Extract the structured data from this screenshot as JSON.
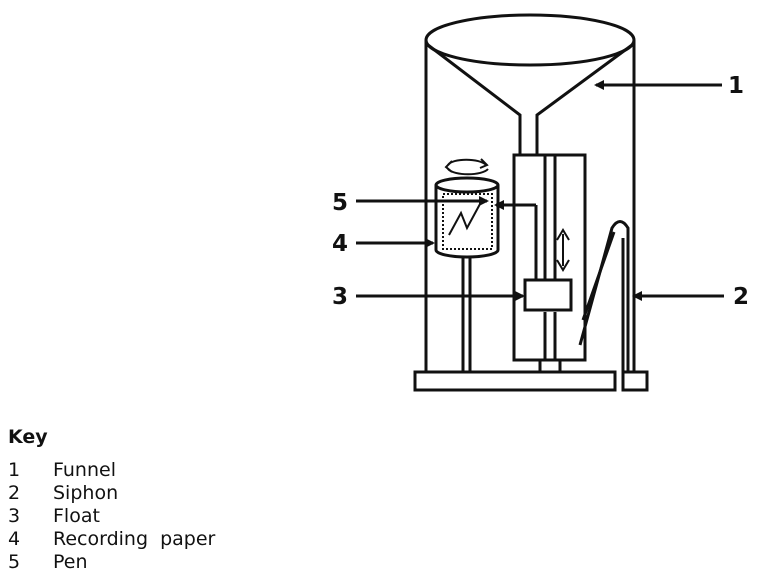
{
  "callouts": [
    "1",
    "2",
    "3",
    "4",
    "5"
  ],
  "key": {
    "title": "Key",
    "items": [
      {
        "num": "1",
        "label": "Funnel"
      },
      {
        "num": "2",
        "label": "Siphon"
      },
      {
        "num": "3",
        "label": "Float"
      },
      {
        "num": "4",
        "label": "Recording  paper"
      },
      {
        "num": "5",
        "label": "Pen"
      }
    ]
  },
  "colors": {
    "line": "#111111",
    "background": "#ffffff"
  }
}
